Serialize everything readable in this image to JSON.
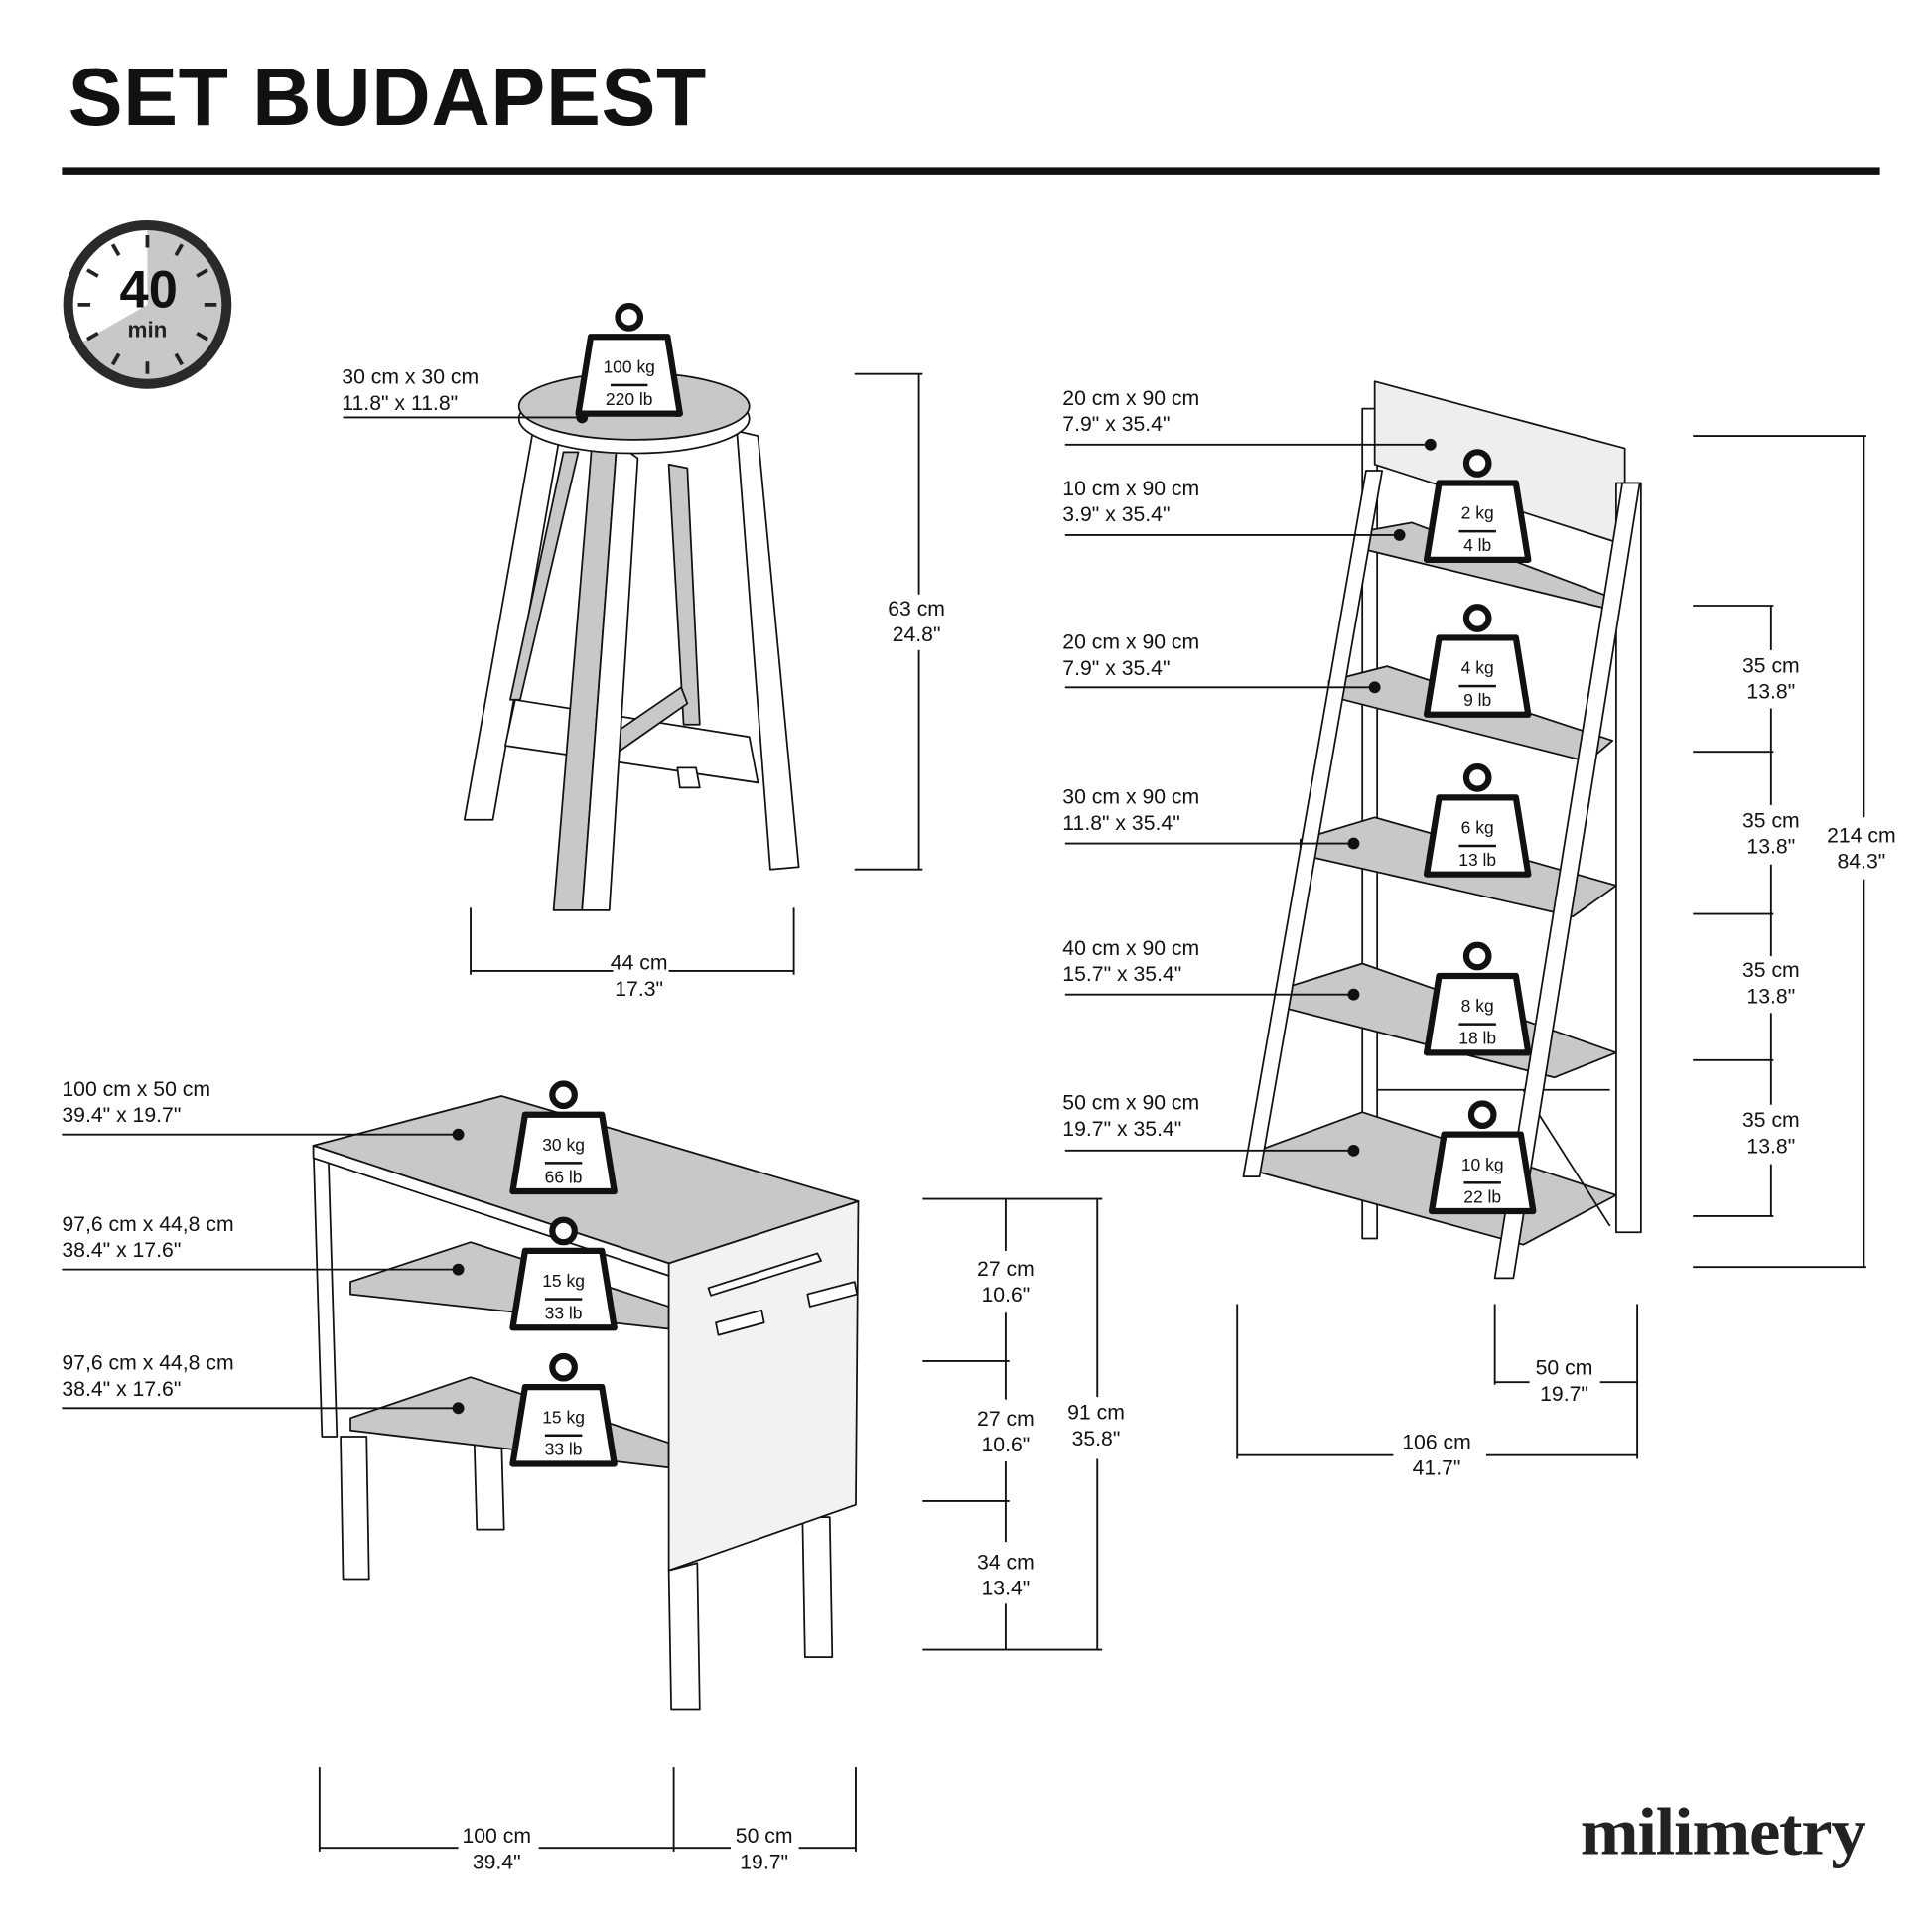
{
  "title": "SET BUDAPEST",
  "assembly_time": {
    "value": "40",
    "unit": "min",
    "fraction": 0.667
  },
  "stool": {
    "seat": {
      "line1": "30 cm x 30 cm",
      "line2": "11.8\" x 11.8\""
    },
    "load": {
      "kg": "100 kg",
      "lb": "220 lb"
    },
    "height": {
      "cm": "63 cm",
      "in": "24.8\""
    },
    "width": {
      "cm": "44 cm",
      "in": "17.3\""
    }
  },
  "ladder": {
    "parts": [
      {
        "line1": "20 cm x 90 cm",
        "line2": "7.9\" x 35.4\""
      },
      {
        "line1": "10 cm x 90 cm",
        "line2": "3.9\" x 35.4\""
      },
      {
        "line1": "20 cm x 90 cm",
        "line2": "7.9\" x 35.4\""
      },
      {
        "line1": "30 cm x 90 cm",
        "line2": "11.8\" x 35.4\""
      },
      {
        "line1": "40 cm x 90 cm",
        "line2": "15.7\" x 35.4\""
      },
      {
        "line1": "50 cm x 90 cm",
        "line2": "19.7\" x 35.4\""
      }
    ],
    "loads": [
      {
        "kg": "2 kg",
        "lb": "4 lb"
      },
      {
        "kg": "4 kg",
        "lb": "9 lb"
      },
      {
        "kg": "6 kg",
        "lb": "13 lb"
      },
      {
        "kg": "8 kg",
        "lb": "18 lb"
      },
      {
        "kg": "10 kg",
        "lb": "22 lb"
      }
    ],
    "spacing": [
      {
        "cm": "35 cm",
        "in": "13.8\""
      },
      {
        "cm": "35 cm",
        "in": "13.8\""
      },
      {
        "cm": "35 cm",
        "in": "13.8\""
      },
      {
        "cm": "35 cm",
        "in": "13.8\""
      }
    ],
    "height": {
      "cm": "214 cm",
      "in": "84.3\""
    },
    "width": {
      "cm": "106 cm",
      "in": "41.7\""
    },
    "depth": {
      "cm": "50 cm",
      "in": "19.7\""
    }
  },
  "dresser": {
    "parts": [
      {
        "line1": "100 cm x 50 cm",
        "line2": "39.4\" x 19.7\""
      },
      {
        "line1": "97,6 cm x 44,8 cm",
        "line2": "38.4\" x 17.6\""
      },
      {
        "line1": "97,6 cm x 44,8 cm",
        "line2": "38.4\" x 17.6\""
      }
    ],
    "loads": [
      {
        "kg": "30 kg",
        "lb": "66 lb"
      },
      {
        "kg": "15 kg",
        "lb": "33 lb"
      },
      {
        "kg": "15 kg",
        "lb": "33 lb"
      }
    ],
    "segments": [
      {
        "cm": "27 cm",
        "in": "10.6\""
      },
      {
        "cm": "27 cm",
        "in": "10.6\""
      },
      {
        "cm": "34 cm",
        "in": "13.4\""
      }
    ],
    "height": {
      "cm": "91 cm",
      "in": "35.8\""
    },
    "width": {
      "cm": "100 cm",
      "in": "39.4\""
    },
    "depth": {
      "cm": "50 cm",
      "in": "19.7\""
    }
  },
  "brand": "milimetry",
  "colors": {
    "ink": "#111111",
    "panel": "#c8c8c8",
    "side": "#f2f2f2"
  }
}
